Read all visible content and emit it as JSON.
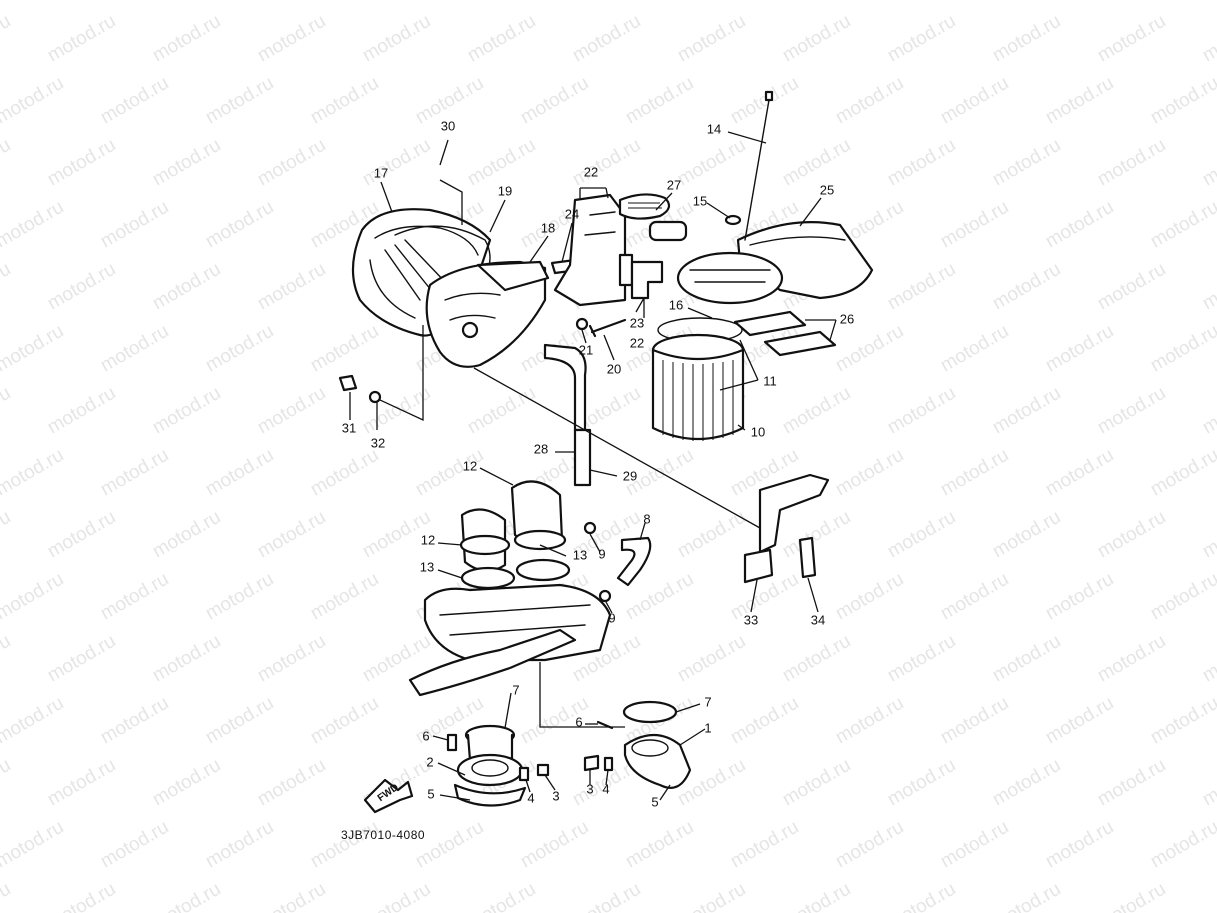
{
  "diagram": {
    "reference_code": "3JB7010-4080",
    "fwd_label": "FWD",
    "watermark_text": "motod.ru",
    "ink_color": "#111111",
    "watermark_color": "#d0d0d0",
    "callouts": [
      "30",
      "17",
      "19",
      "18",
      "22",
      "24",
      "27",
      "15",
      "14",
      "25",
      "16",
      "23",
      "22",
      "21",
      "20",
      "26",
      "11",
      "10",
      "31",
      "32",
      "28",
      "29",
      "12",
      "12",
      "13",
      "13",
      "8",
      "9",
      "9",
      "33",
      "34",
      "7",
      "7",
      "6",
      "6",
      "1",
      "2",
      "4",
      "3",
      "3",
      "4",
      "5",
      "5"
    ]
  }
}
